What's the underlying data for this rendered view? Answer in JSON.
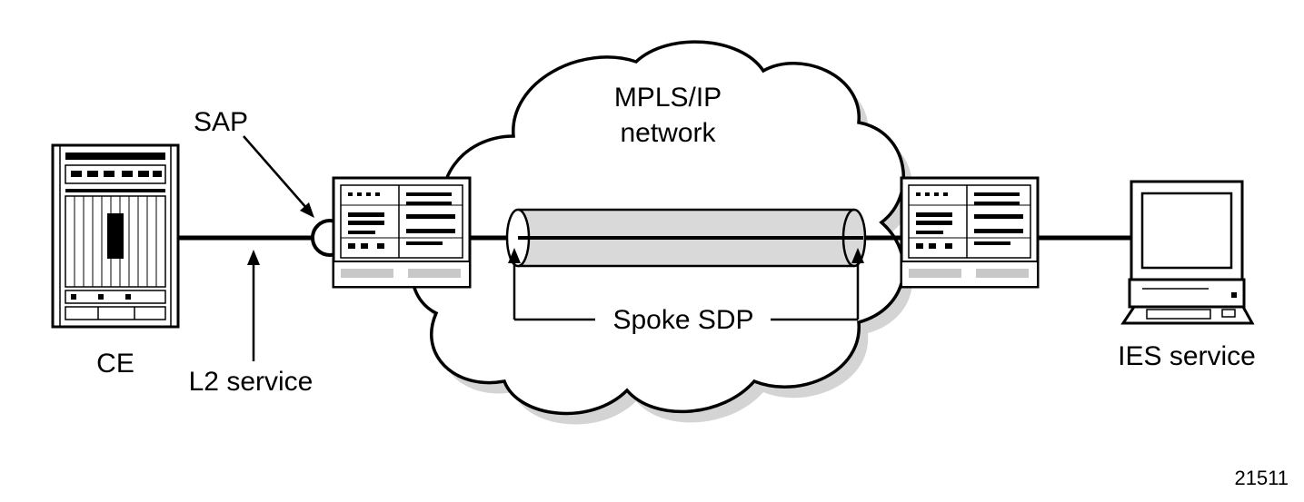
{
  "labels": {
    "sap": "SAP",
    "network_line1": "MPLS/IP",
    "network_line2": "network",
    "ce": "CE",
    "l2_service": "L2 service",
    "spoke_sdp": "Spoke SDP",
    "ies_service": "IES service",
    "figure_number": "21511"
  },
  "icons": {
    "ce_device": "rack-chassis-icon",
    "left_router": "router-icon",
    "right_router": "router-icon",
    "computer": "computer-terminal-icon",
    "cloud": "cloud-icon",
    "tunnel": "tunnel-icon"
  },
  "colors": {
    "line": "#000000",
    "shadow": "#d4d4d4",
    "tunnel_fill": "#d9d9d9",
    "device_shade": "#c8c8c8"
  }
}
